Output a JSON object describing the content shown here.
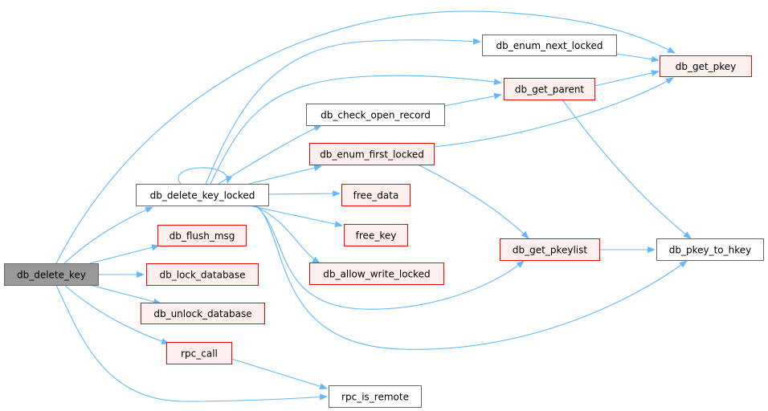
{
  "graph": {
    "colors": {
      "edge": "#63b8ff",
      "root_fill": "#999999",
      "root_border": "#666666",
      "documented_border": "#666666",
      "undocumented_border": "#ff0000",
      "undocumented_fill": "#fff0f0"
    },
    "nodes": {
      "db_delete_key": {
        "label": "db_delete_key",
        "kind": "root"
      },
      "db_delete_key_locked": {
        "label": "db_delete_key_locked",
        "kind": "plain"
      },
      "db_flush_msg": {
        "label": "db_flush_msg",
        "kind": "red"
      },
      "db_lock_database": {
        "label": "db_lock_database",
        "kind": "red"
      },
      "db_unlock_database": {
        "label": "db_unlock_database",
        "kind": "red"
      },
      "rpc_call": {
        "label": "rpc_call",
        "kind": "red"
      },
      "rpc_is_remote": {
        "label": "rpc_is_remote",
        "kind": "plain"
      },
      "free_data": {
        "label": "free_data",
        "kind": "red"
      },
      "free_key": {
        "label": "free_key",
        "kind": "red"
      },
      "db_allow_write_locked": {
        "label": "db_allow_write_locked",
        "kind": "red"
      },
      "db_enum_first_locked": {
        "label": "db_enum_first_locked",
        "kind": "red"
      },
      "db_check_open_record": {
        "label": "db_check_open_record",
        "kind": "plain"
      },
      "db_enum_next_locked": {
        "label": "db_enum_next_locked",
        "kind": "plain"
      },
      "db_get_parent": {
        "label": "db_get_parent",
        "kind": "red"
      },
      "db_get_pkeylist": {
        "label": "db_get_pkeylist",
        "kind": "red"
      },
      "db_get_pkey": {
        "label": "db_get_pkey",
        "kind": "red"
      },
      "db_pkey_to_hkey": {
        "label": "db_pkey_to_hkey",
        "kind": "plain"
      }
    }
  }
}
